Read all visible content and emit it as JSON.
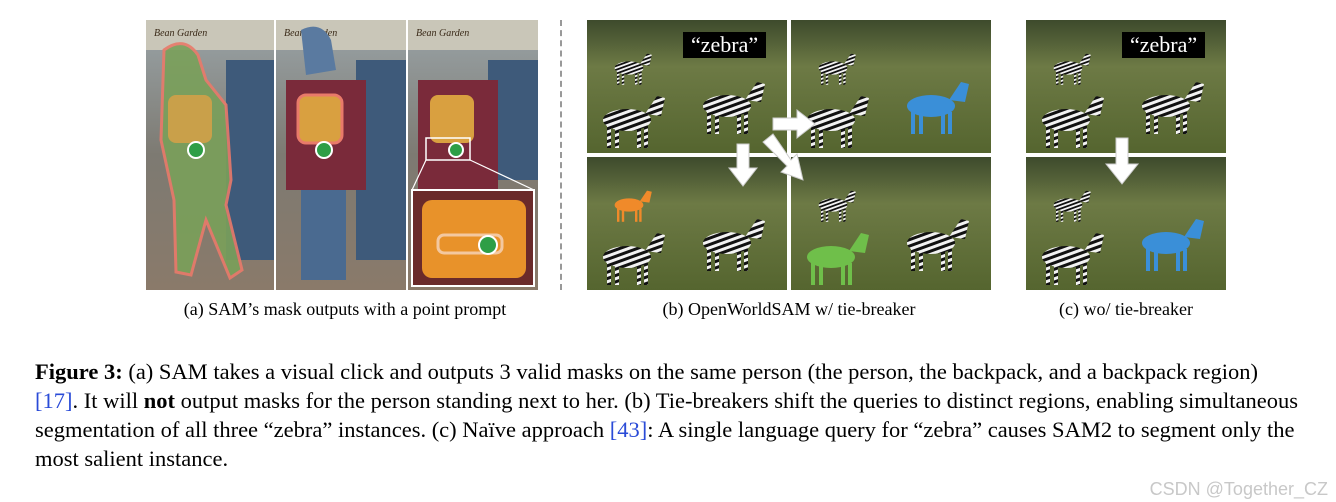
{
  "panels": {
    "a": {
      "caption": "(a) SAM’s mask outputs with a point prompt",
      "sign_text": "Bean Garden"
    },
    "b": {
      "caption": "(b) OpenWorldSAM w/ tie-breaker",
      "tag": "“zebra”"
    },
    "c": {
      "caption": "(c) wo/ tie-breaker",
      "tag": "“zebra”"
    }
  },
  "figure_caption": {
    "label": "Figure 3:",
    "part1": " (a) SAM takes a visual click and outputs 3 valid masks on the same person (the person, the backpack, and a backpack region) ",
    "ref1": "[17]",
    "part2": ". It will ",
    "bold_word": "not",
    "part3": " output masks for the person standing next to her. (b) Tie-breakers shift the queries to distinct regions, enabling simultaneous segmentation of all three “zebra” instances. (c) Naïve approach ",
    "ref2": "[43]",
    "part4": ": A single language query for “zebra” causes SAM2 to segment only the most salient instance."
  },
  "watermark": "CSDN @Together_CZ",
  "colors": {
    "ref": "#2a4bd7",
    "mask_green": "#6fbf4a",
    "mask_orange": "#f08a2a",
    "mask_blue": "#3a8fd8",
    "point_green": "#2e9e46"
  }
}
